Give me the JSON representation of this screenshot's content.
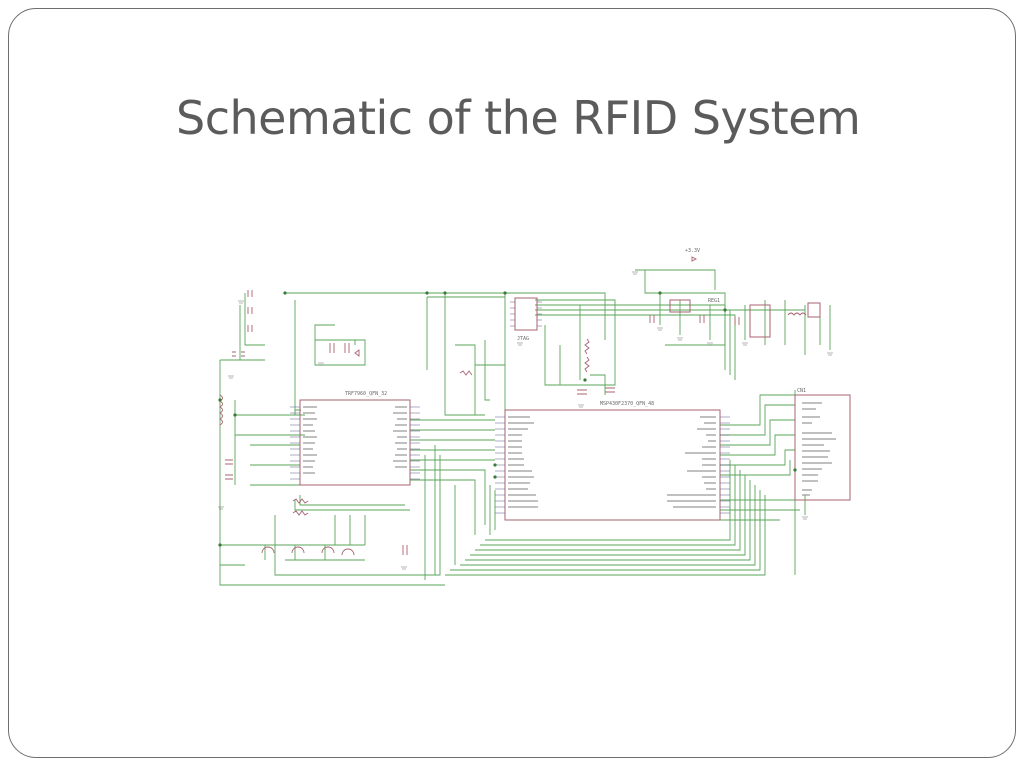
{
  "slide": {
    "title": "Schematic of the RFID System"
  },
  "schematic": {
    "wire_color": "#5aa55a",
    "part_color": "#a8636f",
    "pin_color": "#5a5a8a",
    "text_color": "#6a6a6a",
    "mcu_label": "MSP430F2370_QFN_48",
    "rf_chip_label": "TRF7960_QFN_32",
    "regulator_label": "REG1",
    "connector_label": "CN1",
    "jtag_label": "JTAG",
    "power_label": "+3.3V"
  }
}
